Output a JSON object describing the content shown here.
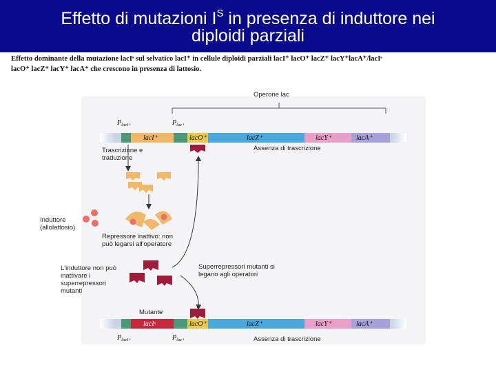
{
  "header": {
    "title_line1_a": "Effetto  di mutazioni I",
    "title_sup": "S",
    "title_line1_b": " in presenza di induttore nei",
    "title_line2": "diploidi parziali"
  },
  "caption": {
    "line1": "Effetto dominante della mutazione lacIˢ sul selvatico lacI⁺ in cellule diploidi parziali lacI⁺ lacO⁺ lacZ⁺ lacY⁺lacA⁺/lacIˢ",
    "line2": "lacO⁺ lacZ⁺ lacY⁺ lacA⁺ che crescono in presenza di lattosio."
  },
  "diagram": {
    "operon_label": "Operone lac",
    "top_strand": {
      "p_laci": "P",
      "p_laci_sub": "lacI+",
      "p_lac": "P",
      "p_lac_sub": "lac+",
      "lacI": "lacI⁺",
      "lacO": "lacO⁺",
      "lacZ": "lacZ⁺",
      "lacY": "lacY⁺",
      "lacA": "lacA⁺",
      "no_transcription": "Assenza di trascrizione"
    },
    "bottom_strand": {
      "p_laci": "P",
      "p_laci_sub": "lacI+",
      "p_lac": "P",
      "p_lac_sub": "lac+",
      "lacI": "lacIˢ",
      "lacO": "lacO⁺",
      "lacZ": "lacZ⁺",
      "lacY": "lacY⁺",
      "lacA": "lacA⁺",
      "no_transcription": "Assenza di trascrizione"
    },
    "labels": {
      "transcription_1": "Trascrizione e",
      "transcription_2": "traduzione",
      "inducer_1": "Induttore",
      "inducer_2": "(allolattosio)",
      "inactive_1": "Repressore inattivo: non",
      "inactive_2": "può legarsi all'operatore",
      "cannot_1": "L'induttore non può",
      "cannot_2": "inattivare i",
      "cannot_3": "superrepressori",
      "cannot_4": "mutanti",
      "super_1": "Superrepressori mutanti si",
      "super_2": "legano agli operatori",
      "mutant": "Mutante"
    }
  },
  "colors": {
    "title_bg": "#0a0a8c",
    "green_region": "#4a9a7a",
    "laci_wt": "#f2b86a",
    "laco": "#e8c84a",
    "lacz": "#4aa8dc",
    "lacy": "#e8a0c8",
    "laca": "#a8a0d8",
    "laci_mutant": "#c8283c",
    "repressor_wt": "#f2b86a",
    "superrepressor": "#a01c3c",
    "inducer": "#e8706a"
  }
}
